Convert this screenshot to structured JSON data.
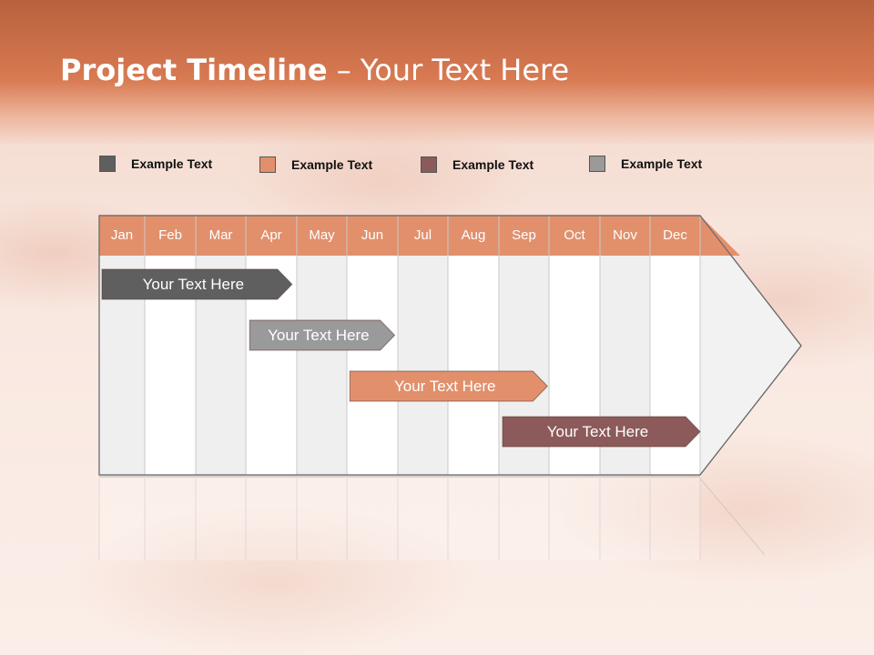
{
  "slide": {
    "title_bold": "Project Timeline",
    "title_rest": " – Your Text Here"
  },
  "legend": [
    {
      "label": "Example Text",
      "color": "#5f5f5f"
    },
    {
      "label": "Example Text",
      "color": "#e2906c"
    },
    {
      "label": "Example Text",
      "color": "#8c5a5a"
    },
    {
      "label": "Example Text",
      "color": "#9a9a9a"
    }
  ],
  "timeline": {
    "months": [
      "Jan",
      "Feb",
      "Mar",
      "Apr",
      "May",
      "Jun",
      "Jul",
      "Aug",
      "Sep",
      "Oct",
      "Nov",
      "Dec"
    ],
    "header_color": "#e2906c",
    "tasks": [
      {
        "label": "Your  Text Here",
        "start_month": 0,
        "end_month": 3.85,
        "color": "#5f5f5f"
      },
      {
        "label": "Your  Text Here",
        "start_month": 2.95,
        "end_month": 5.9,
        "color": "#9a9a9a"
      },
      {
        "label": "Your  Text Here",
        "start_month": 4.95,
        "end_month": 8.95,
        "color": "#e2906c"
      },
      {
        "label": "Your  Text Here",
        "start_month": 8.0,
        "end_month": 12.0,
        "color": "#8c5a5a"
      }
    ]
  }
}
